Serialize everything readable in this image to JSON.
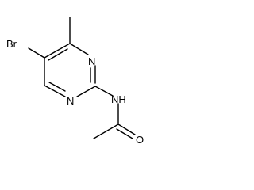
{
  "molecule": {
    "atoms": {
      "br": "Br",
      "n_ring_top": "N",
      "n_ring_bottom": "N",
      "nh": "NH",
      "o": "O"
    }
  },
  "colors": {
    "bond": "#000000",
    "label": "#000000",
    "background": "#ffffff"
  }
}
